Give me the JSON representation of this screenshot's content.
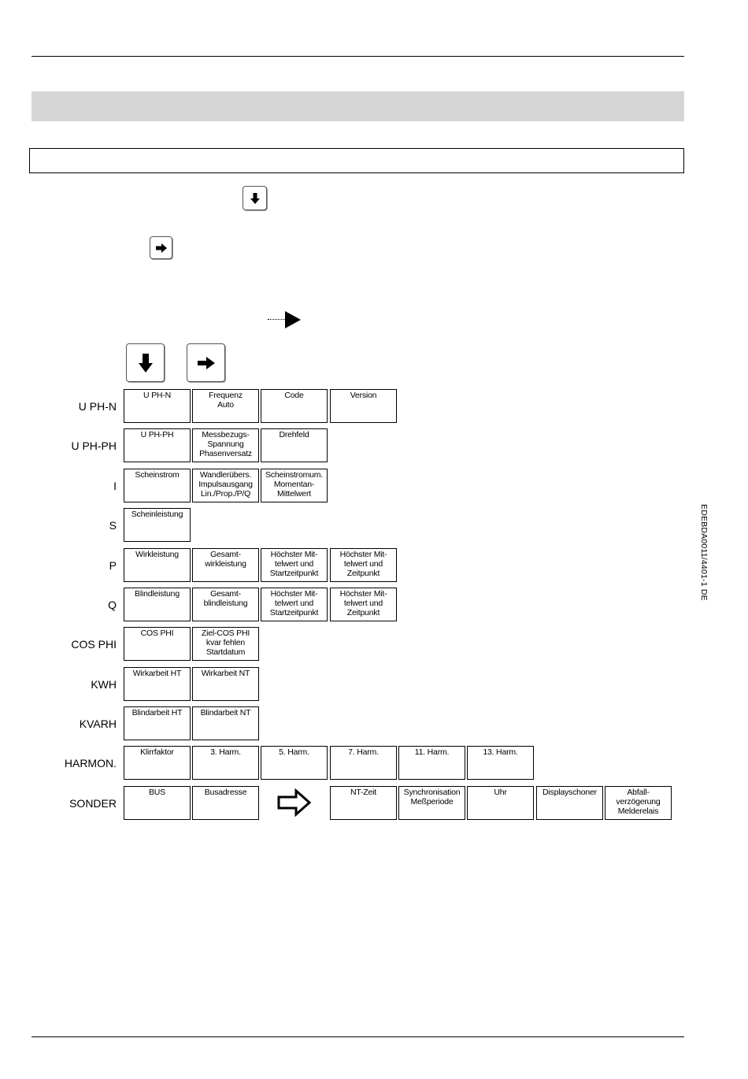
{
  "document": {
    "side_code": "EDEBDA0011/4401-1 DE"
  },
  "icons": {
    "small_down": "down-arrow-icon",
    "small_right": "right-arrow-icon",
    "dotted_arrow": "dotted-triangle-arrow-icon",
    "large_down": "down-arrow-icon",
    "large_right": "right-arrow-icon",
    "continue": "hollow-right-arrow-icon"
  },
  "rows": [
    {
      "label": "U PH-N",
      "cells": [
        "U PH-N",
        "Frequenz\nAuto",
        "Code",
        "Version"
      ]
    },
    {
      "label": "U PH-PH",
      "cells": [
        "U PH-PH",
        "Messbezugs-\nSpannung\nPhasenversatz",
        "Drehfeld"
      ]
    },
    {
      "label": "I",
      "cells": [
        "Scheinstrom",
        "Wandlerübers.\nImpulsausgang\nLin./Prop./P/Q",
        "Scheinstromum.\nMomentan-\nMittelwert"
      ]
    },
    {
      "label": "S",
      "cells": [
        "Scheinleistung"
      ]
    },
    {
      "label": "P",
      "cells": [
        "Wirkleistung",
        "Gesamt-\nwirkleistung",
        "Höchster Mit-\ntelwert und\nStartzeitpunkt",
        "Höchster Mit-\ntelwert und\nZeitpunkt"
      ]
    },
    {
      "label": "Q",
      "cells": [
        "Blindleistung",
        "Gesamt-\nblindleistung",
        "Höchster Mit-\ntelwert und\nStartzeitpunkt",
        "Höchster Mit-\ntelwert und\nZeitpunkt"
      ]
    },
    {
      "label": "COS PHI",
      "cells": [
        "COS PHI",
        "Ziel-COS PHI\nkvar fehlen\nStartdatum"
      ]
    },
    {
      "label": "KWH",
      "cells": [
        "Wirkarbeit HT",
        "Wirkarbeit NT"
      ]
    },
    {
      "label": "KVARH",
      "cells": [
        "Blindarbeit HT",
        "Blindarbeit NT"
      ]
    },
    {
      "label": "HARMON.",
      "cells": [
        "Klirrfaktor",
        "3. Harm.",
        "5. Harm.",
        "7. Harm.",
        "11. Harm.",
        "13. Harm."
      ]
    },
    {
      "label": "SONDER",
      "cells": [
        "BUS",
        "Busadresse",
        "NT-Zeit",
        "Synchronisation\nMeßperiode",
        "Uhr",
        "Displayschoner",
        "Abfall-\nverzögerung\nMelderelais"
      ]
    }
  ],
  "colors": {
    "header_bar": "#d6d6d6",
    "ink": "#000000"
  }
}
